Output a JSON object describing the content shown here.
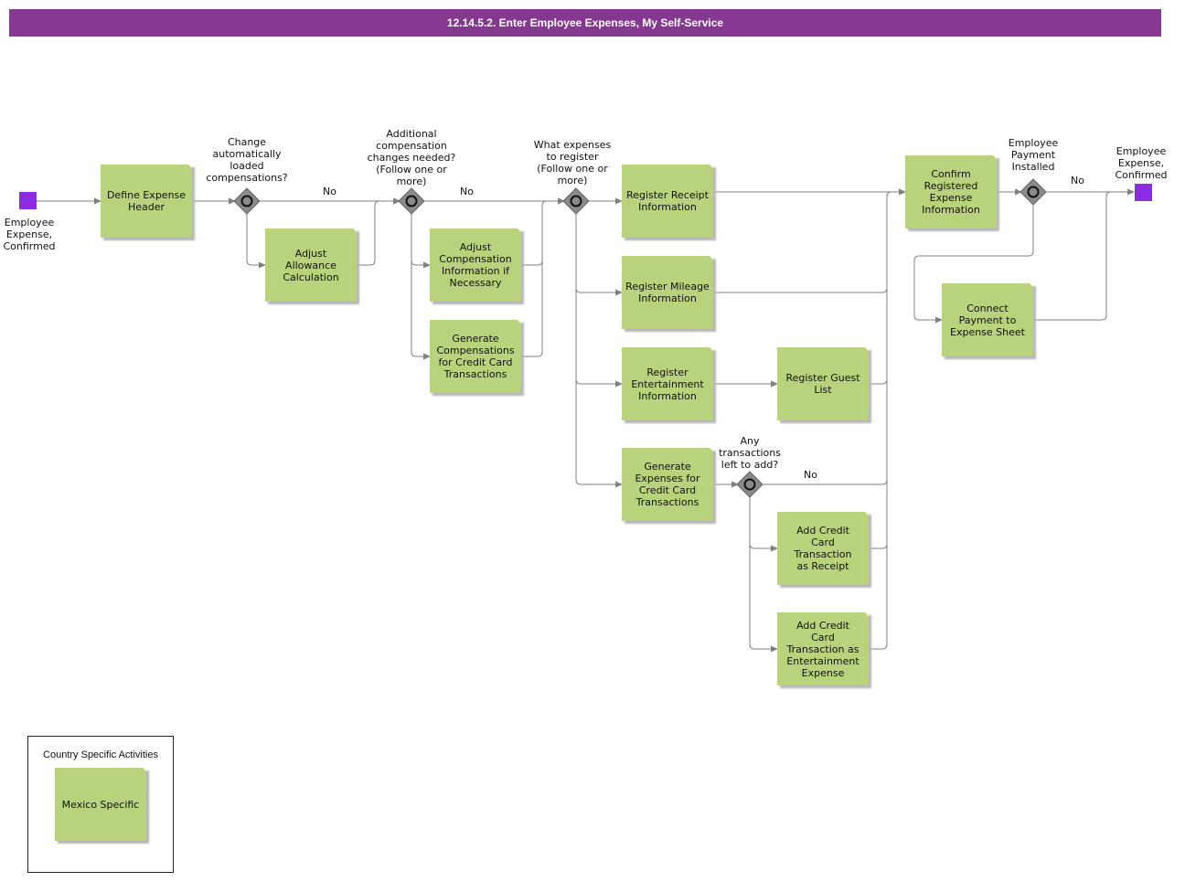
{
  "title": "12.14.5.2. Enter Employee Expenses, My Self-Service",
  "colors": {
    "title_bar": "#85388f",
    "activity": "#b8d37c",
    "event": "#8b2be2",
    "gateway": "#888888",
    "line": "#808080"
  },
  "events": {
    "start": "Employee Expense, Confirmed",
    "end": "Employee Expense, Confirmed"
  },
  "activities": {
    "define_header": "Define Expense Header",
    "adjust_allowance": "Adjust Allowance Calculation",
    "adjust_compensation": "Adjust Compensation Information if Necessary",
    "generate_compensations": "Generate Compensations for Credit Card Transactions",
    "register_receipt": "Register Receipt Information",
    "register_mileage": "Register Mileage Information",
    "register_entertainment": "Register Entertainment Information",
    "register_guest": "Register Guest List",
    "generate_expenses": "Generate Expenses for Credit Card Transactions",
    "add_receipt": "Add Credit Card Transaction as Receipt",
    "add_entertainment": "Add Credit Card Transaction as Entertainment Expense",
    "confirm": "Confirm Registered Expense Information",
    "connect_payment": "Connect Payment to Expense Sheet"
  },
  "gateways": {
    "g1": "Change automatically loaded compensations?",
    "g2": "Additional compensation changes needed? (Follow one or more)",
    "g3": "What expenses to register (Follow one or more)",
    "g4": "Any transactions left to add?",
    "g5": "Employee Payment Installed"
  },
  "flow_labels": {
    "g1_no": "No",
    "g2_no": "No",
    "g4_no": "No",
    "g5_no": "No"
  },
  "legend": {
    "title": "Country Specific Activities",
    "item": "Mexico Specific"
  }
}
